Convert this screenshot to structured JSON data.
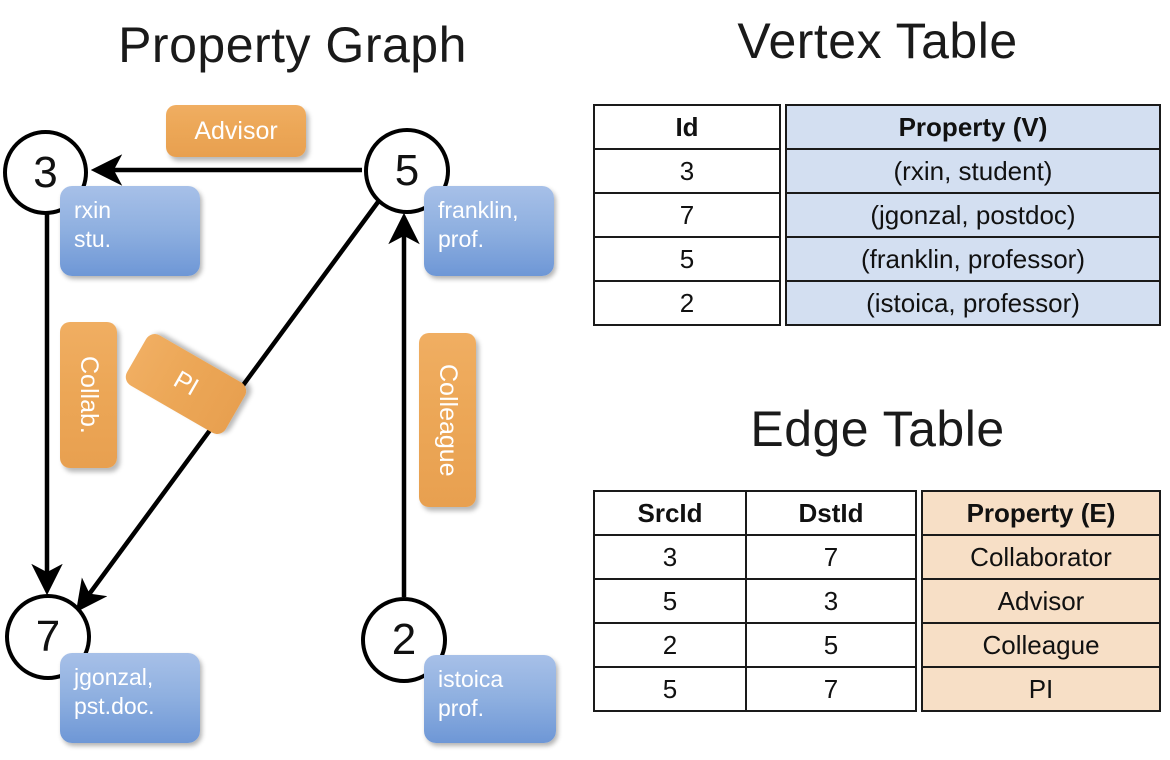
{
  "titles": {
    "property_graph": "Property Graph",
    "vertex_table": "Vertex Table",
    "edge_table": "Edge Table"
  },
  "graph": {
    "nodes": [
      {
        "id": "3",
        "label": "3",
        "property_lines": [
          "rxin",
          "stu."
        ]
      },
      {
        "id": "5",
        "label": "5",
        "property_lines": [
          "franklin,",
          "prof."
        ]
      },
      {
        "id": "7",
        "label": "7",
        "property_lines": [
          "jgonzal,",
          "pst.doc."
        ]
      },
      {
        "id": "2",
        "label": "2",
        "property_lines": [
          "istoica",
          "prof."
        ]
      }
    ],
    "edge_labels": [
      {
        "name": "advisor",
        "text": "Advisor"
      },
      {
        "name": "collab",
        "text": "Collab."
      },
      {
        "name": "pi",
        "text": "PI"
      },
      {
        "name": "colleague",
        "text": "Colleague"
      }
    ]
  },
  "vertex_table": {
    "headers": [
      "Id",
      "Property (V)"
    ],
    "rows": [
      {
        "id": "3",
        "property": "(rxin, student)"
      },
      {
        "id": "7",
        "property": "(jgonzal, postdoc)"
      },
      {
        "id": "5",
        "property": "(franklin, professor)"
      },
      {
        "id": "2",
        "property": "(istoica, professor)"
      }
    ]
  },
  "edge_table": {
    "headers": [
      "SrcId",
      "DstId",
      "Property (E)"
    ],
    "rows": [
      {
        "src": "3",
        "dst": "7",
        "property": "Collaborator"
      },
      {
        "src": "5",
        "dst": "3",
        "property": "Advisor"
      },
      {
        "src": "2",
        "dst": "5",
        "property": "Colleague"
      },
      {
        "src": "5",
        "dst": "7",
        "property": "PI"
      }
    ]
  },
  "colors": {
    "vertex_property_fill": "#d3dff1",
    "edge_property_fill": "#f7dfc6",
    "node_property_box": "#8fb0e0",
    "edge_label_box": "#eca757",
    "stroke": "#000000"
  }
}
